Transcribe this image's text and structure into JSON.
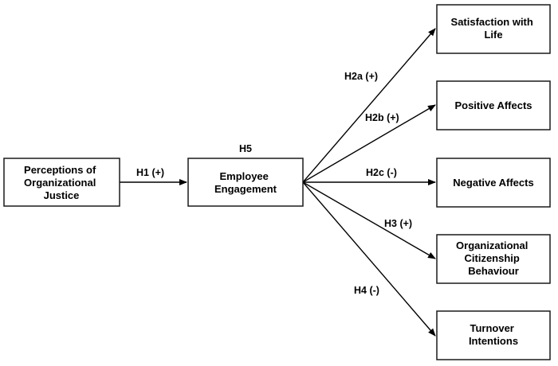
{
  "nodes": {
    "justice": {
      "lines": [
        "Perceptions of",
        "Organizational",
        "Justice"
      ]
    },
    "engagement": {
      "lines": [
        "Employee",
        "Engagement"
      ]
    },
    "satisfaction": {
      "lines": [
        "Satisfaction with",
        "Life"
      ]
    },
    "positive": {
      "lines": [
        "Positive Affects"
      ]
    },
    "negative": {
      "lines": [
        "Negative Affects"
      ]
    },
    "ocb": {
      "lines": [
        "Organizational",
        "Citizenship",
        "Behaviour"
      ]
    },
    "turnover": {
      "lines": [
        "Turnover",
        "Intentions"
      ]
    }
  },
  "edges": {
    "h1": {
      "label": "H1 (+)",
      "from": "justice",
      "to": "engagement"
    },
    "h2a": {
      "label": "H2a (+)",
      "from": "engagement",
      "to": "satisfaction"
    },
    "h2b": {
      "label": "H2b (+)",
      "from": "engagement",
      "to": "positive"
    },
    "h2c": {
      "label": "H2c (-)",
      "from": "engagement",
      "to": "negative"
    },
    "h3": {
      "label": "H3 (+)",
      "from": "engagement",
      "to": "ocb"
    },
    "h4": {
      "label": "H4 (-)",
      "from": "engagement",
      "to": "turnover"
    }
  },
  "mediation_label": "H5"
}
